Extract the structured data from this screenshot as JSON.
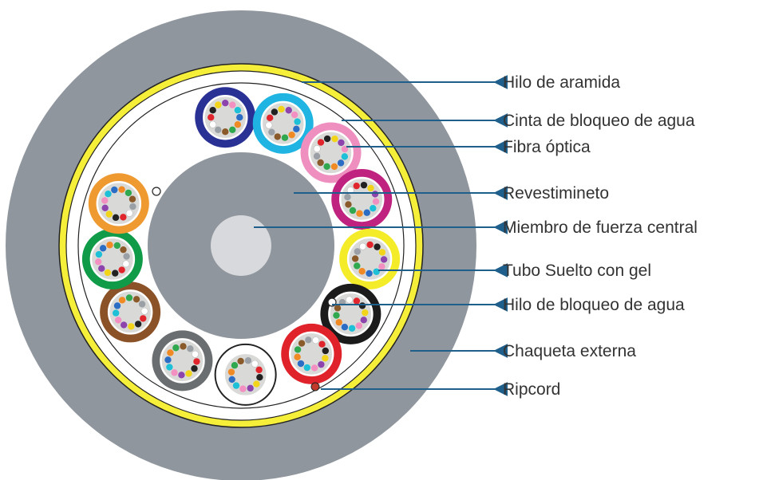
{
  "colors": {
    "outer_jacket": "#8f969d",
    "aramid_yarn": "#f5ef3a",
    "core_wrap": "#ffffff",
    "coating": "#8f969d",
    "central_member": "#d7d9dc",
    "tube_gel": "#d9dad7",
    "leader_line": "#1f5f8b",
    "outline": "#222222",
    "ripcord": "#c0392b"
  },
  "tube_colors": [
    "blue",
    "aqua",
    "pink",
    "magenta",
    "yellow",
    "black",
    "red",
    "white",
    "gray",
    "brown",
    "green",
    "orange"
  ],
  "tube_color_hex": [
    "#2a3195",
    "#1fb4e2",
    "#ef8fbf",
    "#c0227f",
    "#f4ec28",
    "#1b1b1b",
    "#e0222a",
    "#ffffff",
    "#6b6e70",
    "#8b5228",
    "#0f9b48",
    "#ef9931"
  ],
  "fiber_colors": [
    "#2b6cc4",
    "#f08a24",
    "#2fa84f",
    "#8b5a2b",
    "#9aa0a6",
    "#ffffff",
    "#e0262c",
    "#222222",
    "#f2d51a",
    "#8e44ad",
    "#f291c1",
    "#1ec0d8"
  ],
  "labels": [
    "Hilo de aramida",
    "Cinta de bloqueo de agua",
    "Fibra óptica",
    "Revestimineto",
    "Miembro de fuerza central",
    "Tubo Suelto con gel",
    "Hilo de bloqueo de agua",
    "Chaqueta externa",
    "Ripcord"
  ]
}
